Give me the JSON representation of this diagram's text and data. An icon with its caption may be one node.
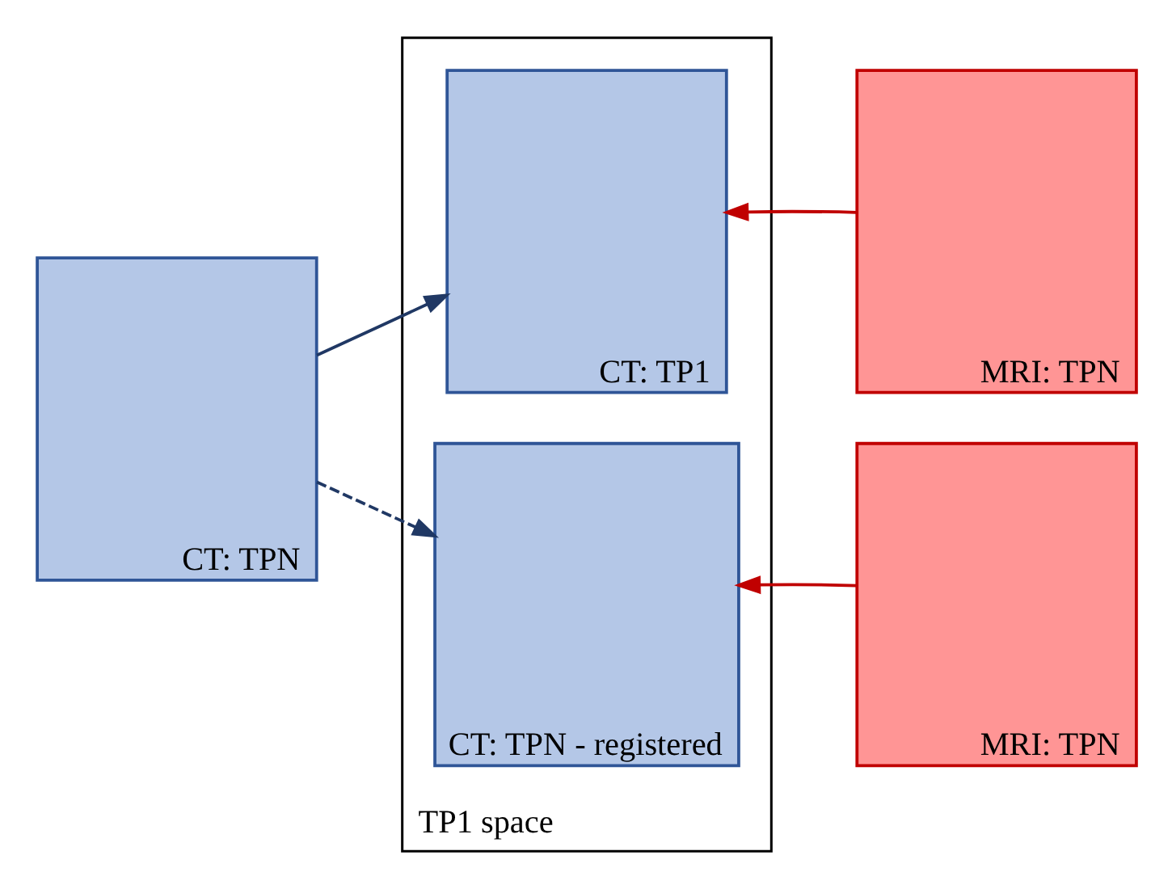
{
  "diagram": {
    "nodes": [
      {
        "text": [
          "CT: TPN"
        ]
      },
      {
        "text": [
          "TP1 space"
        ]
      },
      {
        "text": [
          "CT: TP1"
        ],
        "in": 1
      },
      {
        "text": [
          "CT: TPN - registered"
        ],
        "in": 1
      },
      {
        "text": [
          "MRI: TPN"
        ]
      },
      {
        "text": [
          "MRI: TPN"
        ]
      }
    ],
    "edges": [
      {
        "from": 0,
        "to": 2,
        "arrow": "to"
      },
      {
        "from": 0,
        "to": 3,
        "arrow": "to",
        "style": "dashed"
      },
      {
        "from": 4,
        "to": 2,
        "arrow": "to",
        "color": "#c00000"
      },
      {
        "from": 5,
        "to": 3,
        "arrow": "to",
        "color": "#c00000"
      }
    ]
  }
}
